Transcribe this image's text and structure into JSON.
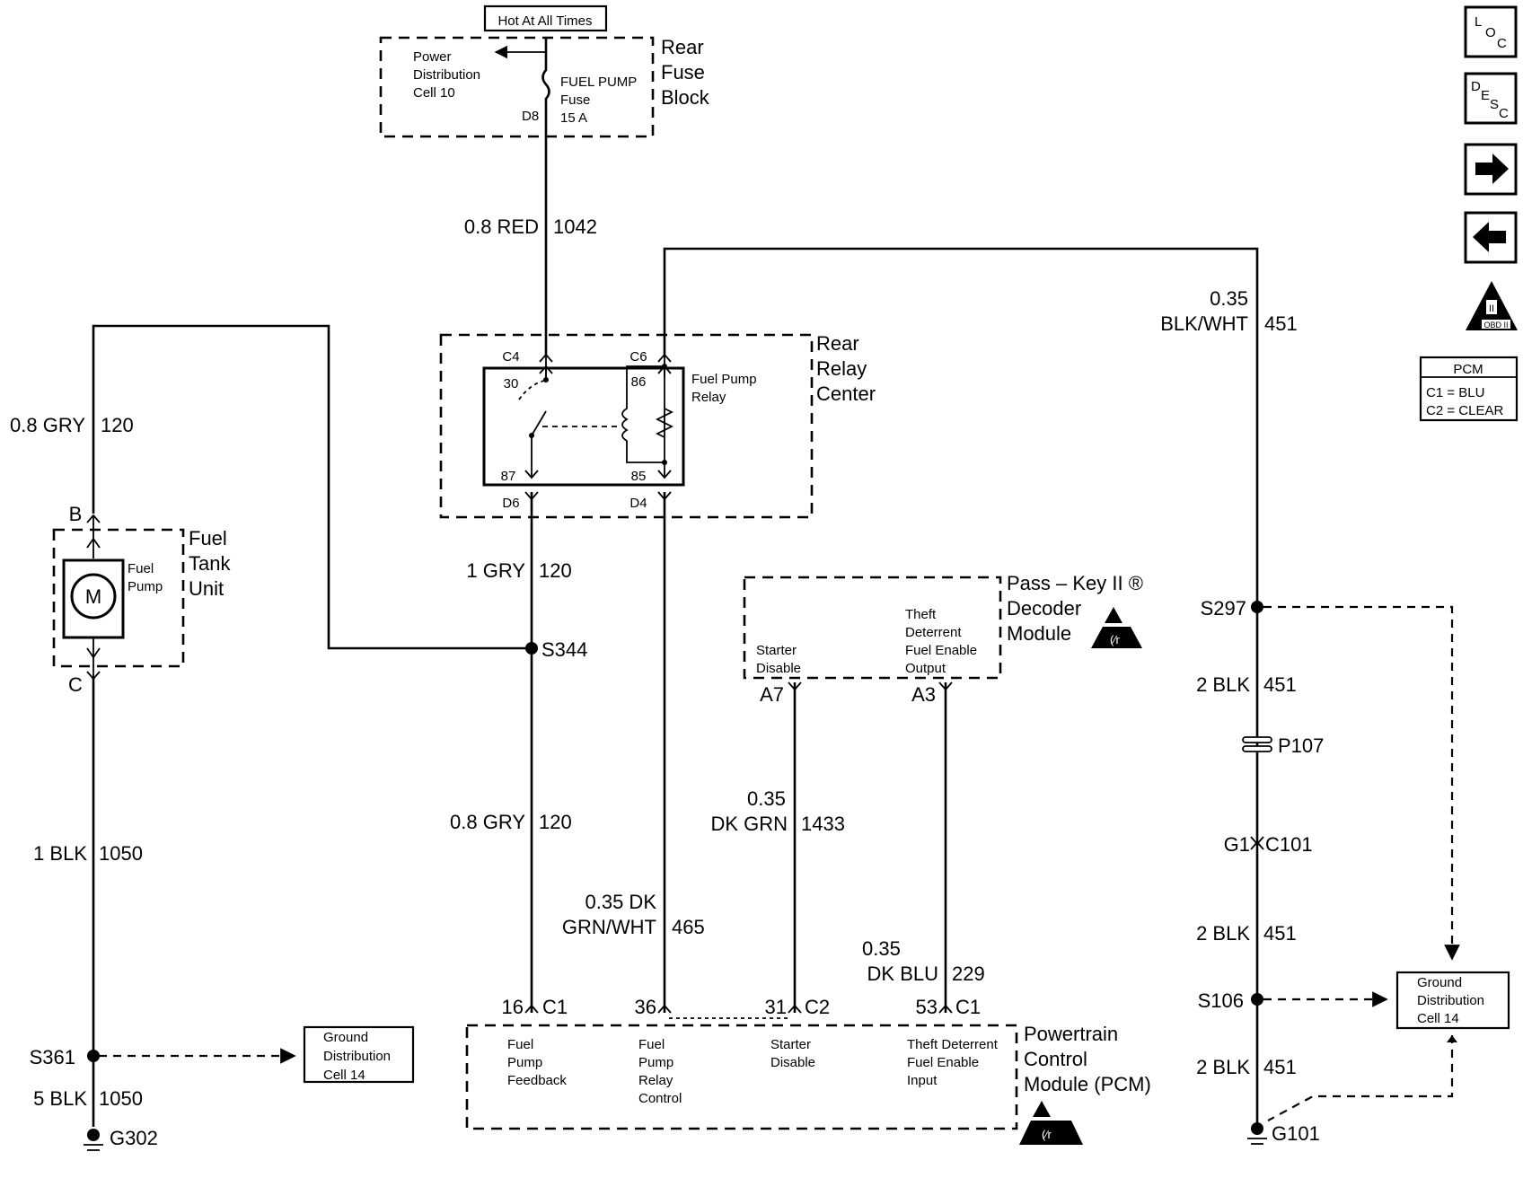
{
  "fuse_block": {
    "hot_label": "Hot At All Times",
    "power_dist": [
      "Power",
      "Distribution",
      "Cell 10"
    ],
    "fuse": [
      "FUEL PUMP",
      "Fuse",
      "15 A"
    ],
    "pin": "D8",
    "title": [
      "Rear",
      "Fuse",
      "Block"
    ]
  },
  "wires": {
    "red_size": "0.8 RED",
    "red_circuit": "1042",
    "gry_top_size": "0.8 GRY",
    "gry_top_circuit": "120",
    "gry1_size": "1 GRY",
    "gry1_circuit": "120",
    "gry08_size": "0.8 GRY",
    "gry08_circuit": "120",
    "blk1_size": "1 BLK",
    "blk1_circuit": "1050",
    "blk5_size": "5 BLK",
    "blk5_circuit": "1050",
    "dkgrnwht_size": [
      "0.35 DK",
      "GRN/WHT"
    ],
    "dkgrnwht_circuit": "465",
    "dkgrn_size": [
      "0.35",
      "DK GRN"
    ],
    "dkgrn_circuit": "1433",
    "dkblu_size": [
      "0.35",
      "DK BLU"
    ],
    "dkblu_circuit": "229",
    "blkwht_size": [
      "0.35",
      "BLK/WHT"
    ],
    "blkwht_circuit": "451",
    "blk2a_size": "2 BLK",
    "blk2a_circuit": "451",
    "blk2b_size": "2 BLK",
    "blk2b_circuit": "451",
    "blk2c_size": "2 BLK",
    "blk2c_circuit": "451"
  },
  "relay_center": {
    "title": [
      "Rear",
      "Relay",
      "Center"
    ],
    "relay_name": [
      "Fuel Pump",
      "Relay"
    ],
    "pins": {
      "c4": "C4",
      "c6": "C6",
      "d6": "D6",
      "d4": "D4"
    },
    "terminals": {
      "t30": "30",
      "t86": "86",
      "t87": "87",
      "t85": "85"
    }
  },
  "fuel_tank": {
    "title": [
      "Fuel",
      "Tank",
      "Unit"
    ],
    "pump": [
      "Fuel",
      "Pump"
    ],
    "motor": "M",
    "pin_b": "B",
    "pin_c": "C"
  },
  "splices": {
    "s344": "S344",
    "s361": "S361",
    "s297": "S297",
    "s106": "S106",
    "p107": "P107",
    "c101_left": "G1",
    "c101_right": "C101"
  },
  "grounds": {
    "g302": "G302",
    "g101": "G101"
  },
  "ground_dist_left": [
    "Ground",
    "Distribution",
    "Cell 14"
  ],
  "ground_dist_right": [
    "Ground",
    "Distribution",
    "Cell 14"
  ],
  "passkey": {
    "title": [
      "Pass – Key II ®",
      "Decoder",
      "Module"
    ],
    "starter": [
      "Starter",
      "Disable"
    ],
    "theft": [
      "Theft",
      "Deterrent",
      "Fuel Enable",
      "Output"
    ],
    "pin_a7": "A7",
    "pin_a3": "A3"
  },
  "pcm": {
    "title": [
      "Powertrain",
      "Control",
      "Module (PCM)"
    ],
    "pin16": "16",
    "c1a": "C1",
    "pin36": "36",
    "pin31": "31",
    "c2": "C2",
    "pin53": "53",
    "c1b": "C1",
    "feedback": [
      "Fuel",
      "Pump",
      "Feedback"
    ],
    "relay_ctrl": [
      "Fuel",
      "Pump",
      "Relay",
      "Control"
    ],
    "starter": [
      "Starter",
      "Disable"
    ],
    "theft_input": [
      "Theft Deterrent",
      "Fuel Enable",
      "Input"
    ]
  },
  "pcm_legend": {
    "title": "PCM",
    "c1": "C1 = BLU",
    "c2": "C2 = CLEAR"
  },
  "nav": {
    "loc": [
      "L",
      "O",
      "C"
    ],
    "desc": [
      "D",
      "E",
      "S",
      "C"
    ],
    "obd": "OBD II",
    "obd_num": "II"
  }
}
